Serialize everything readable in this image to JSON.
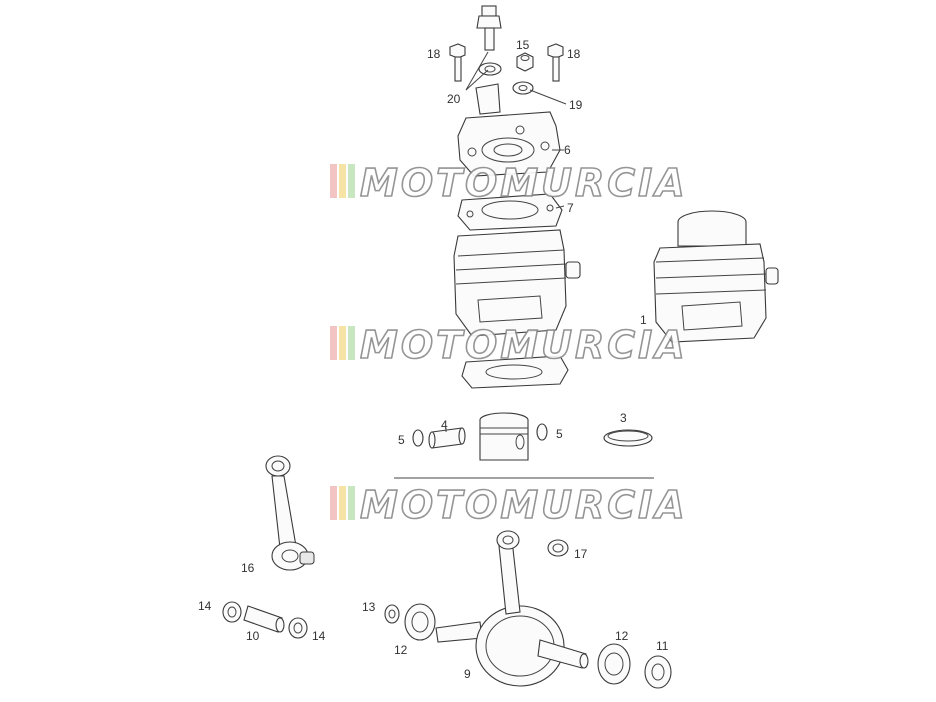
{
  "watermark": {
    "text": "MOTOMURCIA",
    "stripe_colors": [
      "#f2c4c4",
      "#f6e3a6",
      "#c8e6c0"
    ]
  },
  "callouts": [
    {
      "id": "18a",
      "text": "18"
    },
    {
      "id": "20",
      "text": "20"
    },
    {
      "id": "15",
      "text": "15"
    },
    {
      "id": "18b",
      "text": "18"
    },
    {
      "id": "19",
      "text": "19"
    },
    {
      "id": "6",
      "text": "6"
    },
    {
      "id": "7",
      "text": "7"
    },
    {
      "id": "1",
      "text": "1"
    },
    {
      "id": "4",
      "text": "4"
    },
    {
      "id": "5a",
      "text": "5"
    },
    {
      "id": "5b",
      "text": "5"
    },
    {
      "id": "3",
      "text": "3"
    },
    {
      "id": "16",
      "text": "16"
    },
    {
      "id": "17",
      "text": "17"
    },
    {
      "id": "14a",
      "text": "14"
    },
    {
      "id": "10",
      "text": "10"
    },
    {
      "id": "14b",
      "text": "14"
    },
    {
      "id": "13",
      "text": "13"
    },
    {
      "id": "12a",
      "text": "12"
    },
    {
      "id": "12b",
      "text": "12"
    },
    {
      "id": "11",
      "text": "11"
    },
    {
      "id": "9",
      "text": "9"
    }
  ]
}
